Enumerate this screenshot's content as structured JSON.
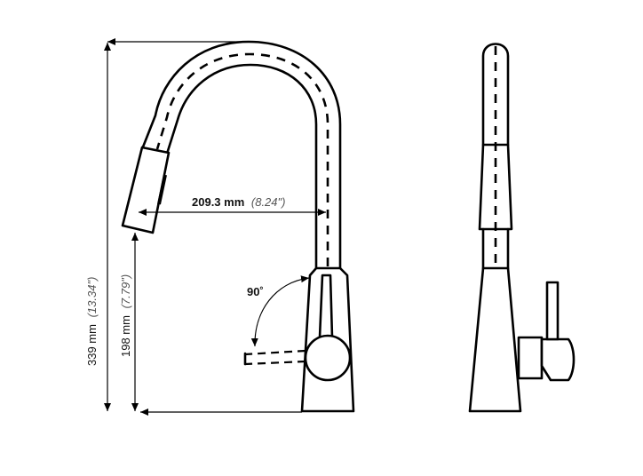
{
  "dimensions": {
    "total_height": {
      "value": "339 mm",
      "inch": "(13.34\")"
    },
    "spout_height": {
      "value": "198 mm",
      "inch": "(7.79\")"
    },
    "reach": {
      "value": "209.3 mm",
      "inch": "(8.24\")"
    },
    "handle_rotation": {
      "value": "90˚"
    }
  },
  "colors": {
    "line": "#000000",
    "background": "#ffffff",
    "secondary_text": "#555555"
  }
}
